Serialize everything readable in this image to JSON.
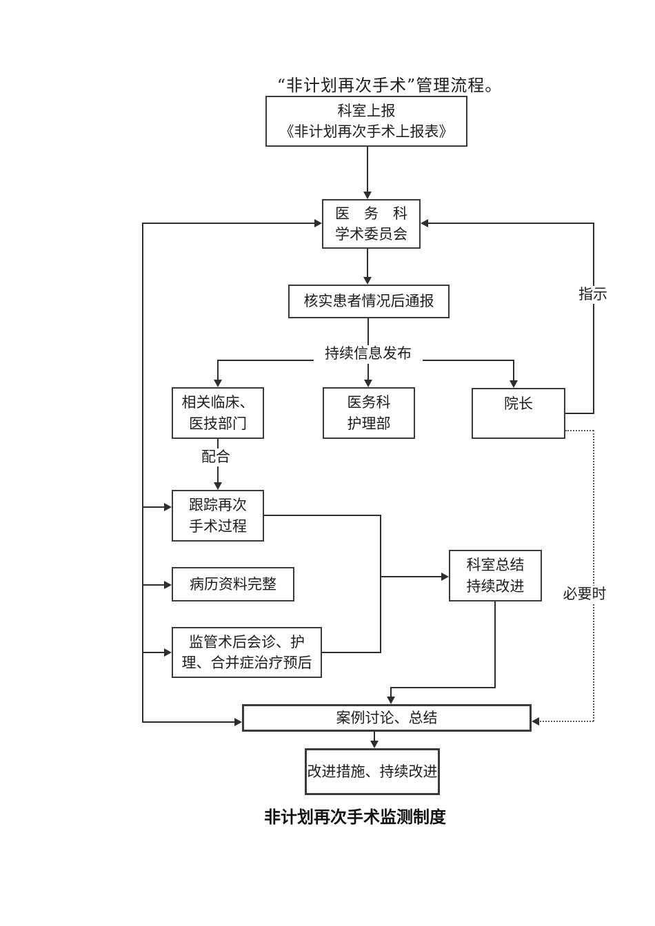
{
  "page": {
    "title": "“非计划再次手术”管理流程。",
    "caption": "非计划再次手术监测制度"
  },
  "flowchart": {
    "nodes": {
      "report": {
        "lines": [
          "科室上报",
          "《非计划再次手术上报表》"
        ]
      },
      "committee": {
        "lines": [
          "医　务　科",
          "学术委员会"
        ]
      },
      "verify": {
        "text": "核实患者情况后通报"
      },
      "clinical": {
        "lines": [
          "相关临床、",
          "医技部门"
        ]
      },
      "nursing": {
        "lines": [
          "医务科",
          "护理部"
        ]
      },
      "dean": {
        "text": "院长"
      },
      "track": {
        "lines": [
          "跟踪再次",
          "手术过程"
        ]
      },
      "records": {
        "text": "病历资料完整"
      },
      "supervise": {
        "lines": [
          "监管术后会诊、护",
          "理、合并症治疗预后"
        ]
      },
      "summary": {
        "lines": [
          "科室总结",
          "持续改进"
        ]
      },
      "discussion": {
        "text": "案例讨论、总结"
      },
      "improve": {
        "text": "改进措施、持续改进"
      }
    },
    "labels": {
      "info_release": "持续信息发布",
      "cooperate": "配合",
      "instruct": "指示",
      "when_necessary": "必要时"
    },
    "colors": {
      "line": "#2e2e2e",
      "box_border": "#3a3a3a",
      "text": "#1d1d1d",
      "background": "#ffffff"
    }
  }
}
